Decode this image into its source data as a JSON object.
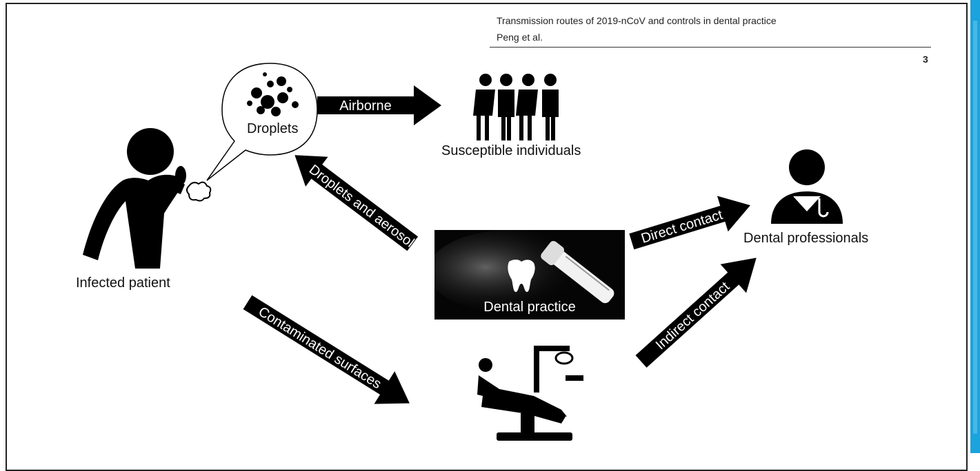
{
  "header": {
    "title": "Transmission routes of 2019-nCoV and controls in dental practice",
    "authors": "Peng et al.",
    "page_number": "3"
  },
  "nodes": {
    "infected_patient": "Infected patient",
    "droplets": "Droplets",
    "susceptible": "Susceptible individuals",
    "dental_practice": "Dental practice",
    "dental_professionals": "Dental professionals"
  },
  "arrows": {
    "airborne": "Airborne",
    "droplets_aerosols": "Droplets and aerosols",
    "direct_contact": "Direct contact",
    "indirect_contact": "Indirect contact",
    "contaminated_surfaces": "Contaminated surfaces"
  },
  "colors": {
    "ink": "#000000",
    "sidebar": "#1aa3dd"
  }
}
